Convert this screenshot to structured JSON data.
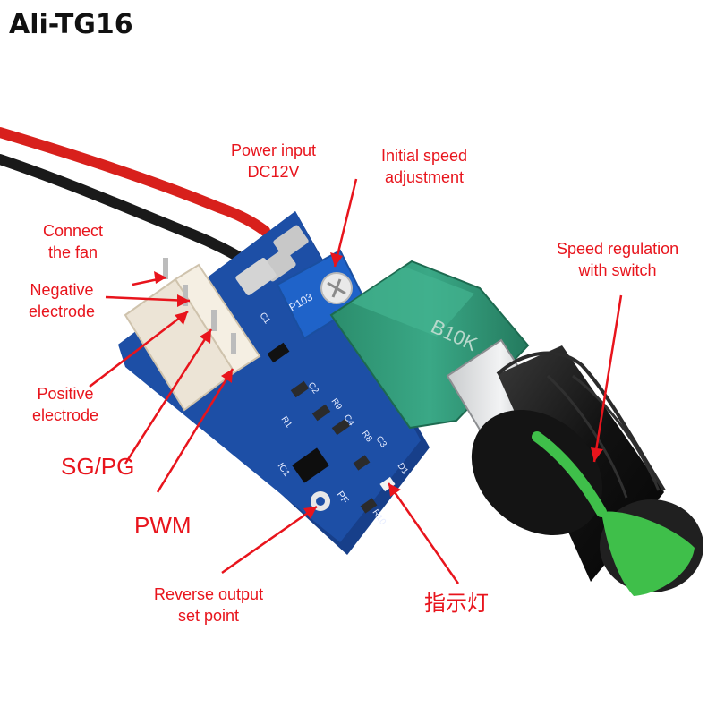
{
  "brand": {
    "title": "Ali-TG16"
  },
  "labels": {
    "power_input_l1": "Power input",
    "power_input_l2": "DC12V",
    "initial_speed_l1": "Initial speed",
    "initial_speed_l2": "adjustment",
    "connect_fan_l1": "Connect",
    "connect_fan_l2": "the fan",
    "negative_l1": "Negative",
    "negative_l2": "electrode",
    "positive_l1": "Positive",
    "positive_l2": "electrode",
    "sg_pg": "SG/PG",
    "pwm": "PWM",
    "reverse_l1": "Reverse output",
    "reverse_l2": "set point",
    "indicator": "指示灯",
    "speed_reg_l1": "Speed regulation",
    "speed_reg_l2": "with switch"
  },
  "board_text": {
    "pot_marking": "P103",
    "knob_marking": "B10K",
    "r3": "R3",
    "c1": "C1",
    "c2": "C2",
    "r1": "R1",
    "c3": "C3",
    "c4": "C4",
    "r9": "R9",
    "r8": "R8",
    "r10": "R10",
    "d1": "D1",
    "ic1": "IC1",
    "pf": "PF"
  },
  "colors": {
    "label": "#e8141c",
    "pcb": "#1d4fa6",
    "pot_green": "#2f9a78",
    "knob_black": "#151515",
    "knob_green": "#3fbf4a",
    "wire_red": "#d8201c",
    "wire_black": "#1a1a1a"
  }
}
